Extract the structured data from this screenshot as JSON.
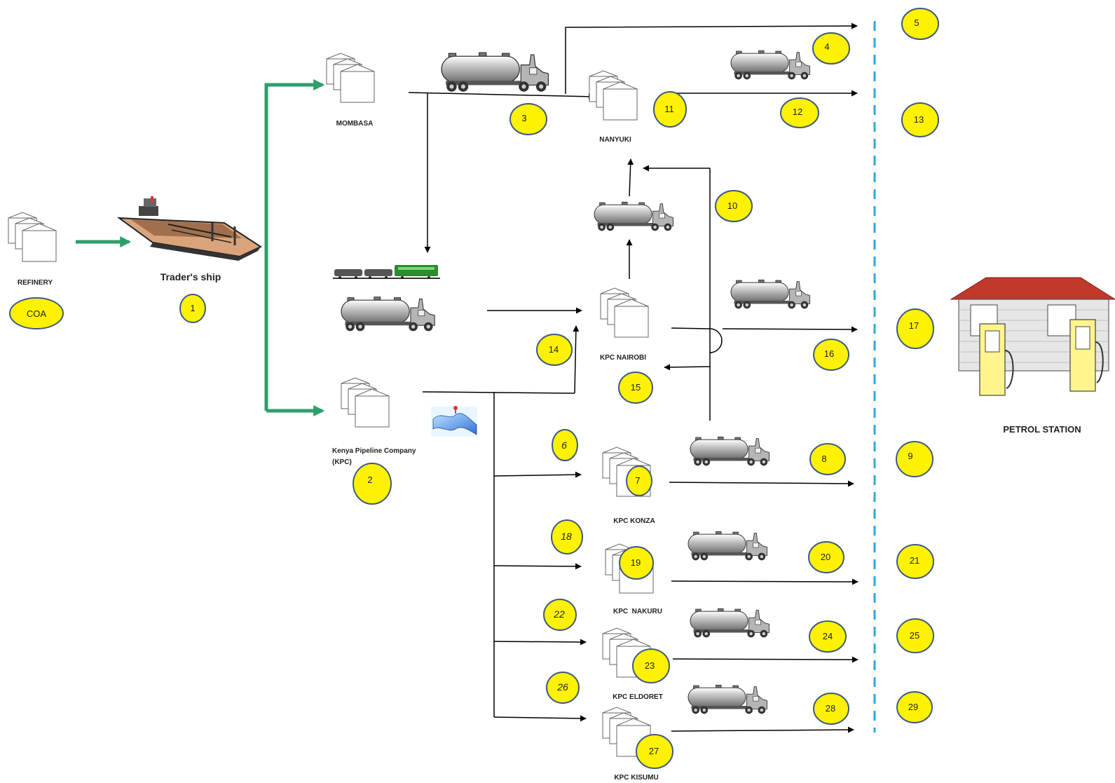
{
  "labels": {
    "refinery": "REFINERY",
    "coa": "COA",
    "ship": "Trader's ship",
    "mombasa": "MOMBASA",
    "nanyuki": "NANYUKI",
    "kpc_line1": "Kenya Pipeline Company",
    "kpc_line2": "(KPC)",
    "kpc_nairobi": "KPC NAIROBI",
    "kpc_konza": "KPC KONZA",
    "kpc_nakuru": "KPC  NAKURU",
    "kpc_eldoret": "KPC ELDORET",
    "kpc_kisumu": "KPC KISUMU",
    "petrol_station": "PETROL STATION"
  },
  "markers": {
    "m1": "1",
    "m2": "2",
    "m3": "3",
    "m4": "4",
    "m5": "5",
    "m6": "6",
    "m7": "7",
    "m8": "8",
    "m9": "9",
    "m10": "10",
    "m11": "11",
    "m12": "12",
    "m13": "13",
    "m14": "14",
    "m15": "15",
    "m16": "16",
    "m17": "17",
    "m18": "18",
    "m19": "19",
    "m20": "20",
    "m21": "21",
    "m22": "22",
    "m23": "23",
    "m24": "24",
    "m25": "25",
    "m26": "26",
    "m27": "27",
    "m28": "28",
    "m29": "29"
  },
  "colors": {
    "marker_fill": "#fff200",
    "marker_stroke": "#3d5a80",
    "green_arrow": "#2e9e6a",
    "dashed_line": "#29aae1",
    "roof": "#c0392b",
    "pump": "#fff58c",
    "tanker": "#a8a8a8"
  },
  "icons": {
    "storage": "storage-tanks-icon",
    "tanker": "tanker-truck-icon",
    "train": "train-icon",
    "pipeline": "pipeline-icon",
    "ship": "tanker-ship-icon",
    "station": "petrol-station-icon"
  }
}
